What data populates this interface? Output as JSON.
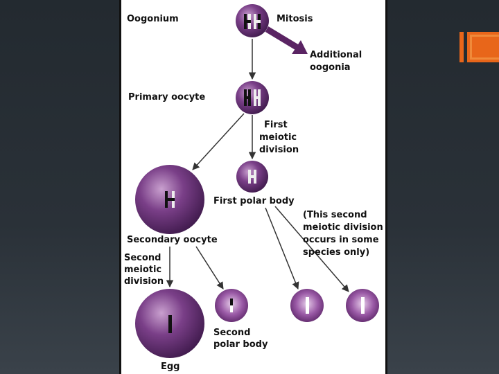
{
  "labels": {
    "oogonium": "Oogonium",
    "mitosis": "Mitosis",
    "additional": [
      "Additional",
      "oogonia"
    ],
    "primary_oocyte": "Primary oocyte",
    "first_meiotic": [
      "First",
      "meiotic",
      "division"
    ],
    "first_polar_body": "First polar body",
    "note": [
      "(This second",
      "meiotic division",
      "occurs in some",
      "species only)"
    ],
    "secondary_oocyte": "Secondary oocyte",
    "second_meiotic": [
      "Second",
      "meiotic",
      "division"
    ],
    "second_polar_body": [
      "Second",
      "polar body"
    ],
    "egg": "Egg"
  },
  "colors": {
    "cell_light": "#b07ab8",
    "cell_mid": "#7a3f88",
    "cell_dark": "#4a1f58",
    "arrow": "#333333",
    "big_arrow": "#5a2463",
    "accent": "#e8661a"
  }
}
